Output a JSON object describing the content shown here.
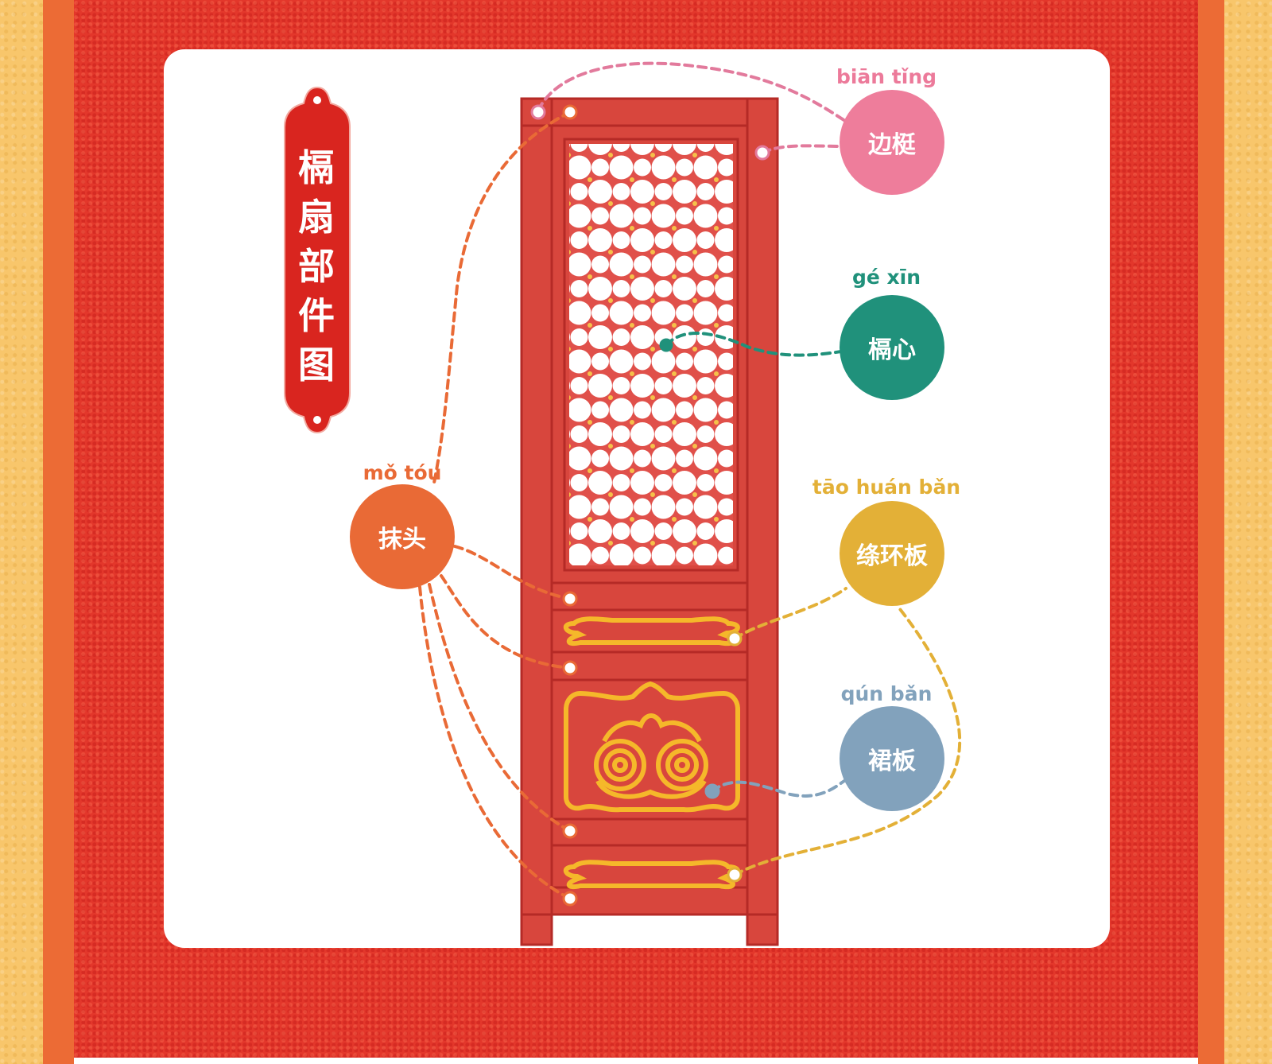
{
  "title": "槅扇部件图",
  "labels": [
    {
      "id": "bianting",
      "pinyin": "biān tǐng",
      "name": "边梃",
      "color": "#ec7a9a"
    },
    {
      "id": "gexin",
      "pinyin": "gé xīn",
      "name": "槅心",
      "color": "#20917b"
    },
    {
      "id": "taohuanban",
      "pinyin": "tāo huán bǎn",
      "name": "绦环板",
      "color": "#e3b037"
    },
    {
      "id": "qunban",
      "pinyin": "qún bǎn",
      "name": "裙板",
      "color": "#82a2bc"
    },
    {
      "id": "motou",
      "pinyin": "mǒ tóu",
      "name": "抹头",
      "color": "#e96a36"
    }
  ],
  "colors": {
    "frame": "#d8463d",
    "frame_dark": "#b52a26",
    "carving": "#f5b82a",
    "background_red": "#e3372b",
    "border_orange": "#ec6b35",
    "border_yellow": "#f8c66b"
  }
}
